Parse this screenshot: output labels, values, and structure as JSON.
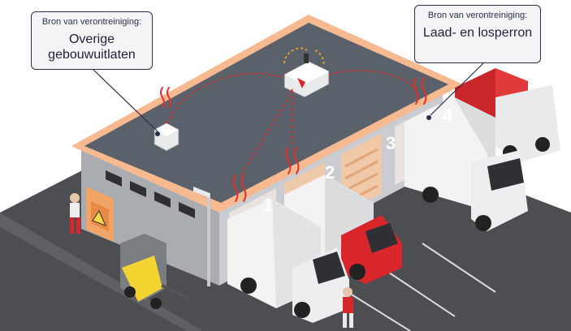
{
  "callouts": {
    "left": {
      "caption": "Bron van verontreiniging:",
      "title": "Overige gebouwuitlaten"
    },
    "right": {
      "caption": "Bron van verontreiniging:",
      "title": "Laad- en losperron"
    }
  },
  "docks": {
    "d1": "1",
    "d2": "2",
    "d3": "3",
    "d4": "4"
  },
  "colors": {
    "roof": "#5b616a",
    "roof_edge": "#f6b990",
    "wall": "#a9adb2",
    "ground": "#4d4e52",
    "heat": "#e0312a",
    "truck_red": "#d9262b",
    "callout_border": "#2b2f4a"
  },
  "icons": [
    "exhaust-unit-icon",
    "air-handling-unit-icon",
    "heat-wave-icon",
    "warning-sign-icon"
  ]
}
